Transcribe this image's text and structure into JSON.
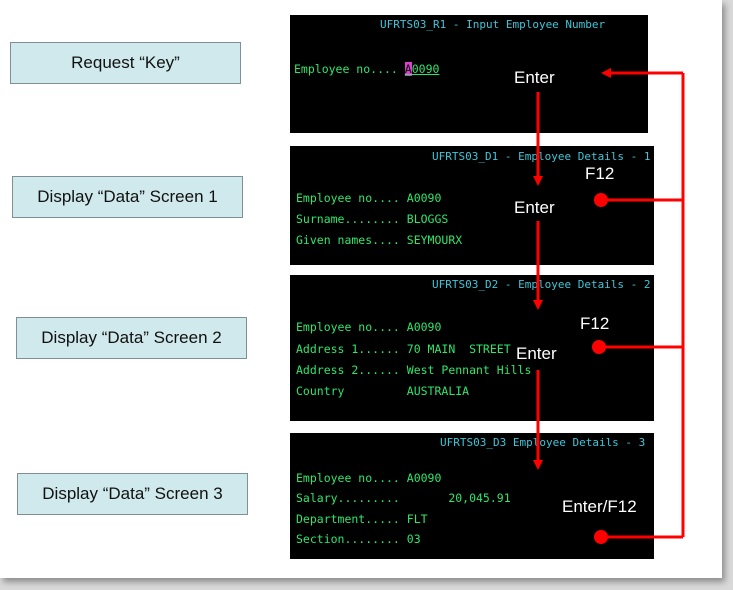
{
  "labels": {
    "request_key": "Request “Key”",
    "display_1": "Display  “Data” Screen 1",
    "display_2": "Display  “Data” Screen 2",
    "display_3": "Display  “Data” Screen 3"
  },
  "screen_r1": {
    "title": "UFRTS03_R1 - Input Employee Number",
    "field_label": "Employee no.... ",
    "field_value_cursor": "A",
    "field_value_rest": "0090",
    "action": "Enter"
  },
  "screen_d1": {
    "title": "UFRTS03_D1 - Employee Details - 1",
    "lines": [
      "Employee no.... A0090",
      "Surname........ BLOGGS",
      "Given names.... SEYMOURX"
    ],
    "action": "Enter",
    "back": "F12"
  },
  "screen_d2": {
    "title": "UFRTS03_D2 - Employee Details - 2",
    "lines": [
      "Employee no.... A0090",
      "Address 1...... 70 MAIN  STREET",
      "Address 2...... West Pennant Hills",
      "Country         AUSTRALIA"
    ],
    "action": "Enter",
    "back": "F12"
  },
  "screen_d3": {
    "title": "UFRTS03_D3 Employee Details - 3",
    "lines": [
      "Employee no.... A0090",
      "Salary.........       20,045.91",
      "Department..... FLT",
      "Section........ 03"
    ],
    "action": "Enter/F12"
  },
  "colors": {
    "terminal_bg": "#000000",
    "terminal_text": "#2ee66b",
    "terminal_title": "#3fc6d9",
    "flow_arrow": "#ff0000",
    "label_box_bg": "#cfe9ec"
  }
}
